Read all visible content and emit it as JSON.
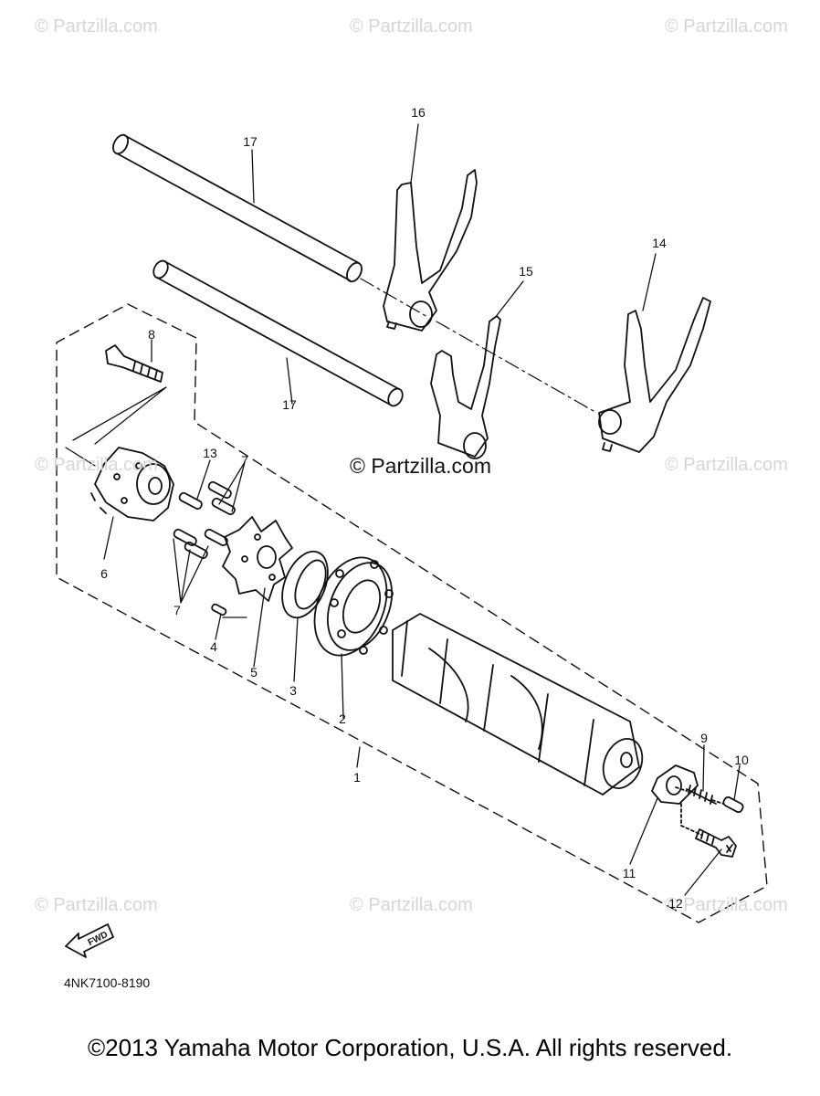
{
  "watermarks": {
    "top_left": "© Partzilla.com",
    "top_center": "© Partzilla.com",
    "top_right": "© Partzilla.com",
    "mid_left": "© Partzilla.com",
    "mid_center": "© Partzilla.com",
    "mid_right": "© Partzilla.com",
    "bottom_left": "© Partzilla.com",
    "bottom_center": "© Partzilla.com",
    "bottom_right": "© Partzilla.com"
  },
  "callouts": {
    "c1": "1",
    "c2": "2",
    "c3": "3",
    "c4": "4",
    "c5": "5",
    "c6": "6",
    "c7a": "7",
    "c7b": "7",
    "c8": "8",
    "c9": "9",
    "c10": "10",
    "c11": "11",
    "c12": "12",
    "c13": "13",
    "c14": "14",
    "c15": "15",
    "c16": "16",
    "c17a": "17",
    "c17b": "17"
  },
  "fwd_label": "FWD",
  "diagram_code": "4NK7100-8190",
  "copyright": "©2013 Yamaha Motor Corporation, U.S.A. All rights reserved."
}
